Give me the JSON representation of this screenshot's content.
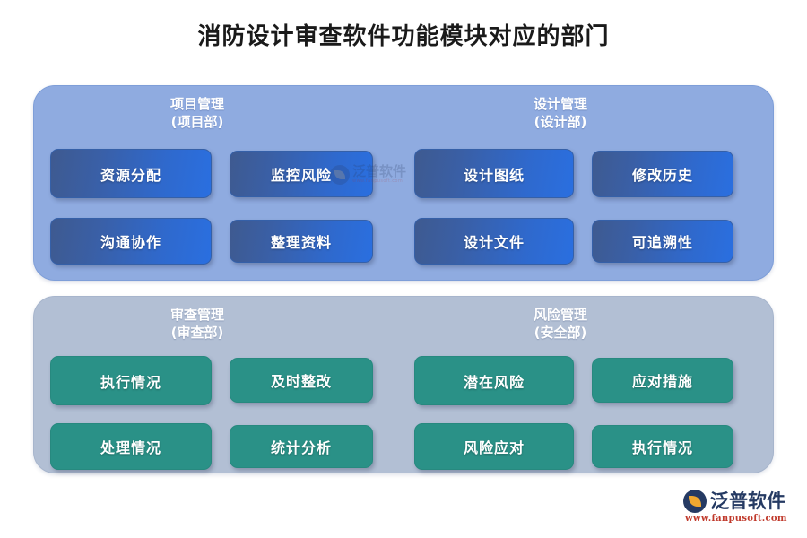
{
  "page": {
    "title": "消防设计审查软件功能模块对应的部门"
  },
  "colors": {
    "panel_top_bg": "#8fabe0",
    "panel_bottom_bg": "#b2bfd4",
    "chip_blue": "#2f69cd",
    "chip_green": "#2a9187",
    "title_text": "#1a1a1a",
    "logo_navy": "#253a63",
    "logo_orange": "#f0a830",
    "logo_url_red": "#c0392b"
  },
  "panels": [
    {
      "id": "panel-top",
      "chip_style": "blue",
      "groups": [
        {
          "id": "project-management",
          "title": "项目管理",
          "department": "(项目部)",
          "items": [
            "资源分配",
            "监控风险",
            "沟通协作",
            "整理资料"
          ]
        },
        {
          "id": "design-management",
          "title": "设计管理",
          "department": "(设计部)",
          "items": [
            "设计图纸",
            "修改历史",
            "设计文件",
            "可追溯性"
          ]
        }
      ]
    },
    {
      "id": "panel-bottom",
      "chip_style": "green",
      "groups": [
        {
          "id": "review-management",
          "title": "审查管理",
          "department": "(审查部)",
          "items": [
            "执行情况",
            "及时整改",
            "处理情况",
            "统计分析"
          ]
        },
        {
          "id": "risk-management",
          "title": "风险管理",
          "department": "(安全部)",
          "items": [
            "潜在风险",
            "应对措施",
            "风险应对",
            "执行情况"
          ]
        }
      ]
    }
  ],
  "logo": {
    "name": "泛普软件",
    "url": "www.fanpusoft.com"
  },
  "watermark": {
    "name": "泛普软件",
    "url": "www.fanpusoft.com"
  }
}
